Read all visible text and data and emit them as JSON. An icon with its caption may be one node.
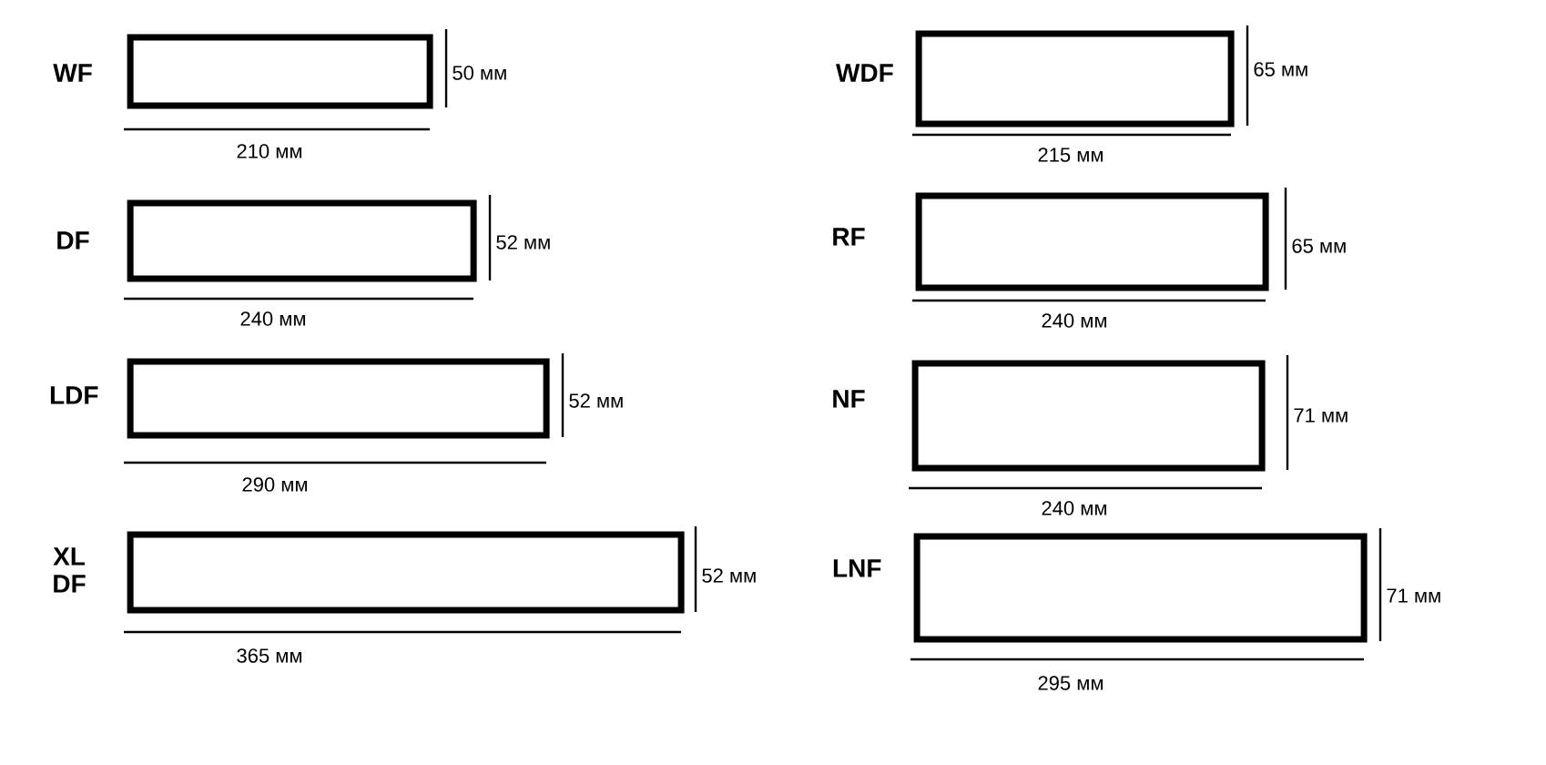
{
  "diagram": {
    "nodes": [
      {
        "text": [
          "WF"
        ],
        "beside": [
          "210 мм",
          "50 мм"
        ]
      },
      {
        "text": [
          "DF"
        ],
        "beside": [
          "240 мм",
          "52 мм"
        ]
      },
      {
        "text": [
          "LDF"
        ],
        "beside": [
          "290 мм",
          "52 мм"
        ]
      },
      {
        "text": [
          "XL DF"
        ],
        "beside": [
          "365 мм",
          "52 мм"
        ]
      },
      {
        "text": [
          "WDF"
        ],
        "beside": [
          "215 мм",
          "65 мм"
        ]
      },
      {
        "text": [
          "RF"
        ],
        "beside": [
          "240 мм",
          "65 мм"
        ]
      },
      {
        "text": [
          "NF"
        ],
        "beside": [
          "240 мм",
          "71 мм"
        ]
      },
      {
        "text": [
          "LNF"
        ],
        "beside": [
          "295 мм",
          "71 мм"
        ]
      }
    ]
  }
}
